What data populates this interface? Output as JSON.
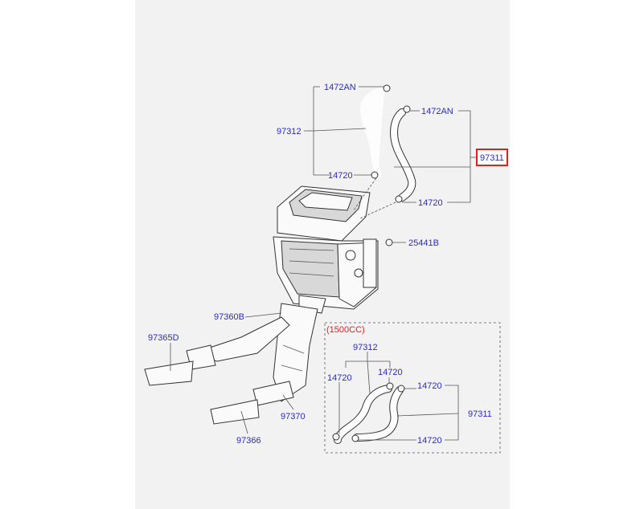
{
  "labels": {
    "hose_clamp_top_left": "1472AN",
    "hose_clamp_top_right": "1472AN",
    "hose_assy_main": "97312",
    "hose_assy_highlight": "97311",
    "clamp_left_mid": "14720",
    "clamp_right_mid": "14720",
    "bolt": "25441B",
    "duct_center": "97360B",
    "duct_left": "97365D",
    "duct_rear_center": "97370",
    "duct_rear_left": "97366"
  },
  "variant_box": {
    "title": "(1500CC)",
    "hose_top": "97312",
    "clamp_left": "14720",
    "clamp_top": "14720",
    "clamp_right_top": "14720",
    "hose_right": "97311",
    "clamp_bottom": "14720"
  },
  "colors": {
    "label": "#2a2ad0",
    "highlight_border": "#e02020",
    "variant_title": "#e02020"
  }
}
